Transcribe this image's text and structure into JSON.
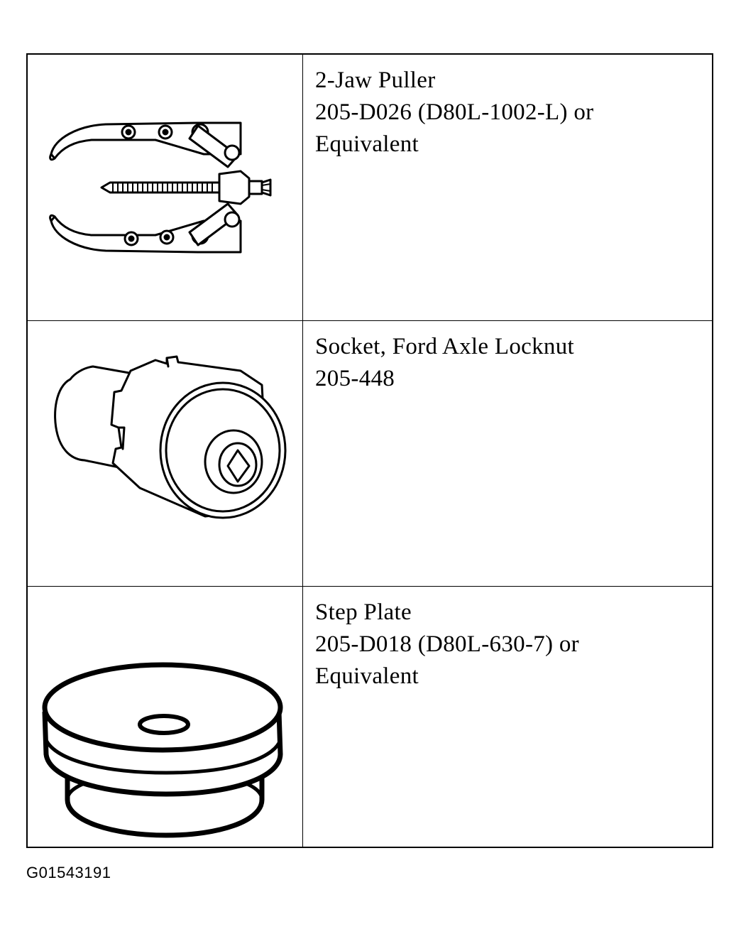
{
  "tools": [
    {
      "icon": "jaw-puller-icon",
      "name": "2-Jaw Puller",
      "part_line": "205-D026 (D80L-1002-L) or",
      "suffix": "Equivalent"
    },
    {
      "icon": "axle-locknut-socket-icon",
      "name": "Socket, Ford Axle Locknut",
      "part_line": "205-448",
      "suffix": ""
    },
    {
      "icon": "step-plate-icon",
      "name": "Step Plate",
      "part_line": "205-D018 (D80L-630-7) or",
      "suffix": "Equivalent"
    }
  ],
  "figure_id": "G01543191"
}
